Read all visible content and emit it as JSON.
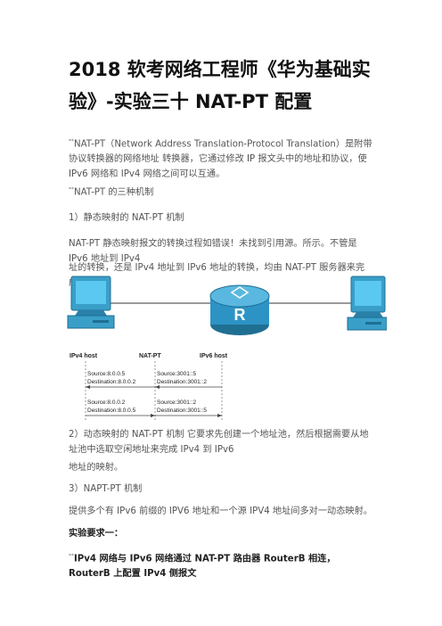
{
  "title": "2018 软考网络工程师《华为基础实验》-实验三十 NAT-PT 配置",
  "paragraphs": {
    "p1_mark": "**",
    "p1": "NAT-PT（Network Address Translation-Protocol Translation）是附带协议转换器的网络地址 转换器，它通过修改 IP 报文头中的地址和协议，使 IPv6 网络和 IPv4 网络之间可以互通。",
    "p2_mark": "**",
    "p2": "NAT-PT 的三种机制",
    "p3": "1）静态映射的 NAT-PT 机制",
    "p4": "NAT-PT 静态映射报文的转换过程如错误！未找到引用源。所示。不管是 IPv6 地址到 IPv4",
    "p5": "址的转换，还是 IPv4 地址到 IPv6 地址的转换，均由 NAT-PT 服务器来完成。",
    "p6": "2）动态映射的 NAT-PT 机制 它要求先创建一个地址池，然后根据需要从地址池中选取空闲地址来完成 IPv4 到 IPv6",
    "p7": "地址的映射。",
    "p8": "3）NAPT-PT 机制",
    "p9": "提供多个有 IPv6 前缀的 IPV6 地址和一个源 IPV4 地址间多对一动态映射。",
    "p10": "实验要求一：",
    "p11_mark": "**",
    "p11": "IPv4 网络与 IPv6 网络通过 NAT-PT 路由器 RouterB 相连，RouterB 上配置 IPv4 侧报文"
  },
  "figure": {
    "router_label": "R",
    "left_label": "IPv4 host",
    "mid_label": "NAT-PT",
    "right_label": "IPv6 host",
    "rows": {
      "r1_left": [
        "Source:8.0.0.5",
        "Destination:8.0.0.2"
      ],
      "r1_right": [
        "Source:3001::5",
        "Destination:3001::2"
      ],
      "r2_left": [
        "Source:8.0.0.2",
        "Destination:8.0.0.5"
      ],
      "r2_right": [
        "Source:3001::2",
        "Destination:3001::5"
      ]
    },
    "colors": {
      "device": "#3a9fc8",
      "device_dark": "#1f6f93",
      "screen": "#5ac8f0",
      "router": "#2d93c4",
      "arrow": "#444444"
    }
  }
}
